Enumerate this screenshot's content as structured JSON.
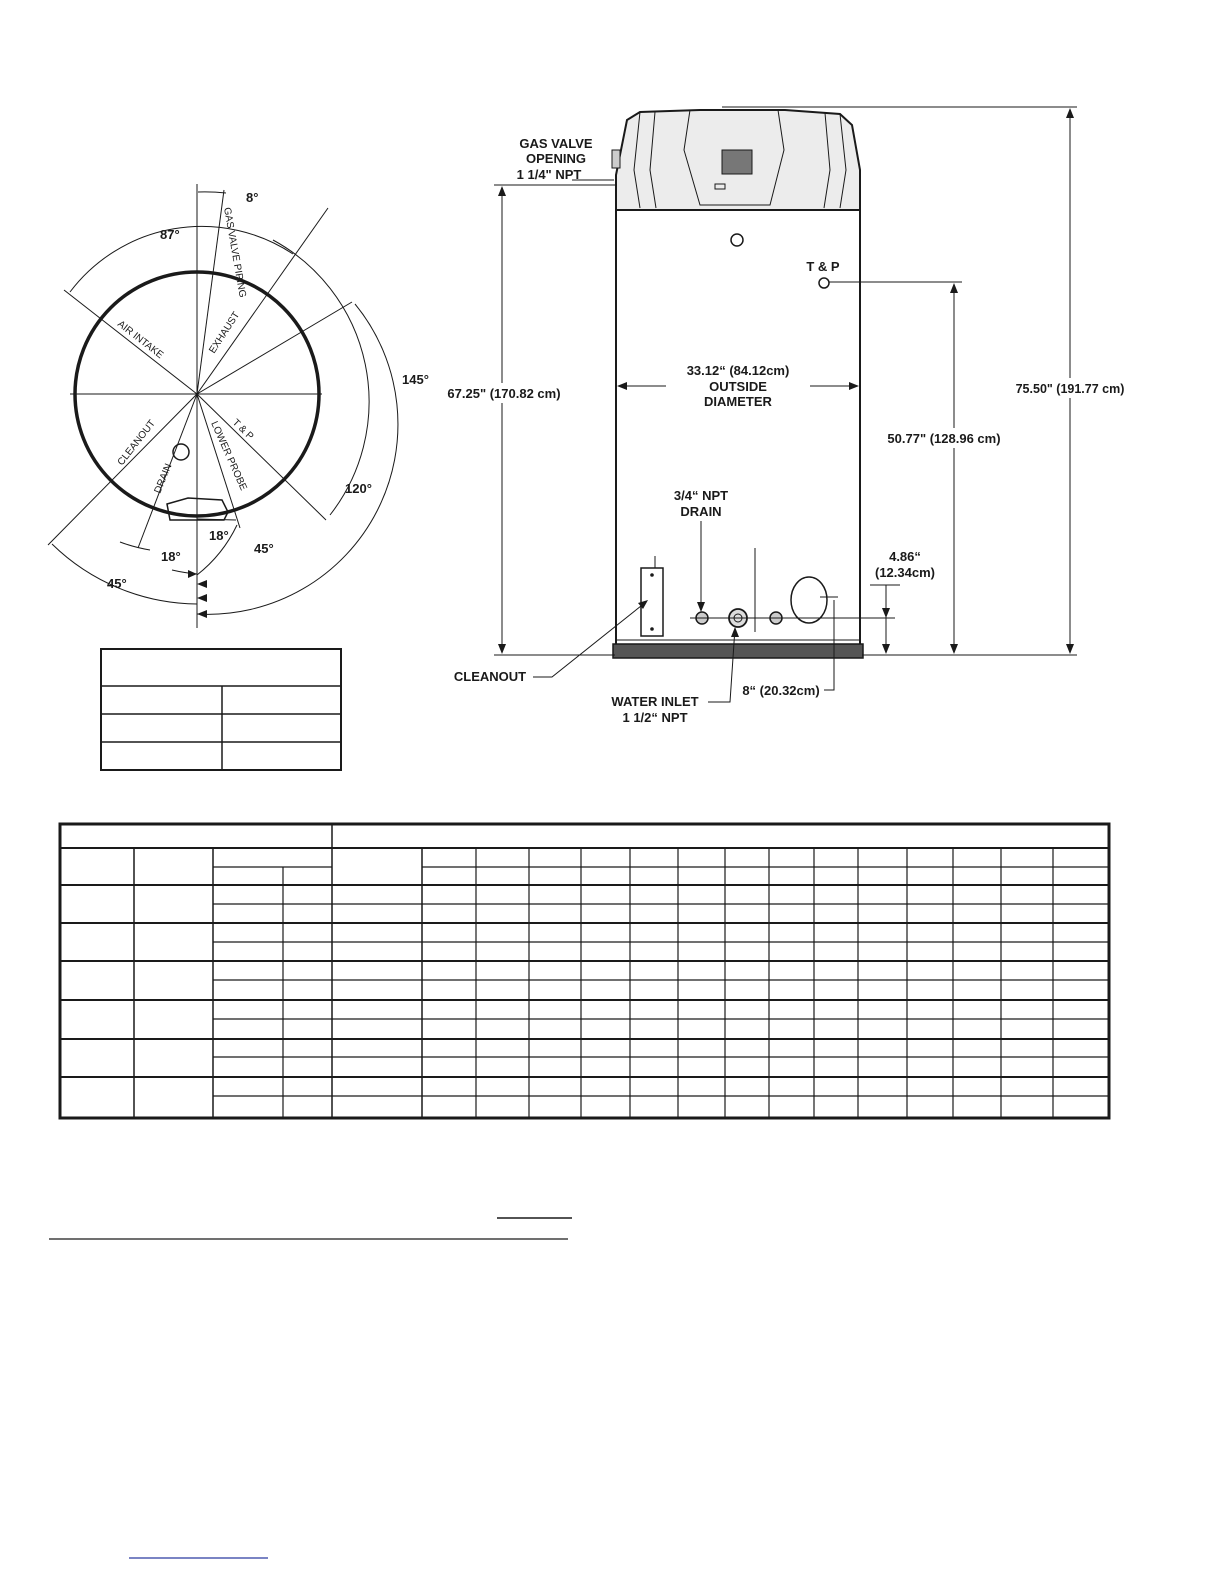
{
  "plan_view": {
    "angles": {
      "a8": "8°",
      "a87": "87°",
      "a145": "145°",
      "a120": "120°",
      "a18_right": "18°",
      "a18_left": "18°",
      "a45_right": "45°",
      "a45_left": "45°"
    },
    "connections": {
      "gas_valve_piping": "GAS VALVE PIPING",
      "exhaust": "EXHAUST",
      "air_intake": "AIR INTAKE",
      "cleanout": "CLEANOUT",
      "drain": "DRAIN",
      "lower_probe": "LOWER PROBE",
      "tp": "T & P"
    }
  },
  "elevation": {
    "gas_valve_line1": "GAS VALVE",
    "gas_valve_line2": "OPENING",
    "gas_valve_line3": "1 1/4\" NPT",
    "tp": "T & P",
    "outside_dia_line1": "33.12“ (84.12cm)",
    "outside_dia_line2": "OUTSIDE",
    "outside_dia_line3": "DIAMETER",
    "height_gas": "67.25\" (170.82 cm)",
    "height_total": "75.50\" (191.77 cm)",
    "height_tp": "50.77\" (128.96 cm)",
    "drain_line1": "3/4“ NPT",
    "drain_line2": "DRAIN",
    "inlet_height_line1": "4.86“",
    "inlet_height_line2": "(12.34cm)",
    "cleanout": "CLEANOUT",
    "water_inlet_line1": "WATER INLET",
    "water_inlet_line2": "1 1/2“ NPT",
    "inlet_offset": "8“ (20.32cm)"
  }
}
